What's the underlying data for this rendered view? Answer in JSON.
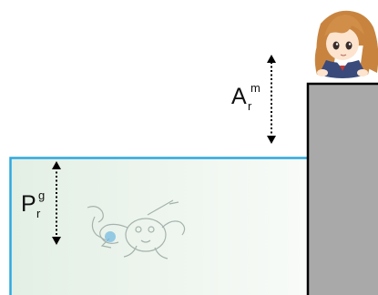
{
  "labels": {
    "ar_m": {
      "base": "A",
      "sup": "m",
      "sub": "r"
    },
    "pr_g": {
      "base": "P",
      "sup": "g",
      "sub": "r"
    }
  },
  "colors": {
    "water_border": "#2ea8df",
    "water_fill_start": "#e3efe4",
    "water_fill_end": "#f8fbf8",
    "wall_fill": "#a9a9a9",
    "wall_border": "#000000",
    "arrow": "#000000"
  },
  "icons": {
    "character": "girl-character-icon",
    "sketch": "creature-sketch-icon"
  }
}
